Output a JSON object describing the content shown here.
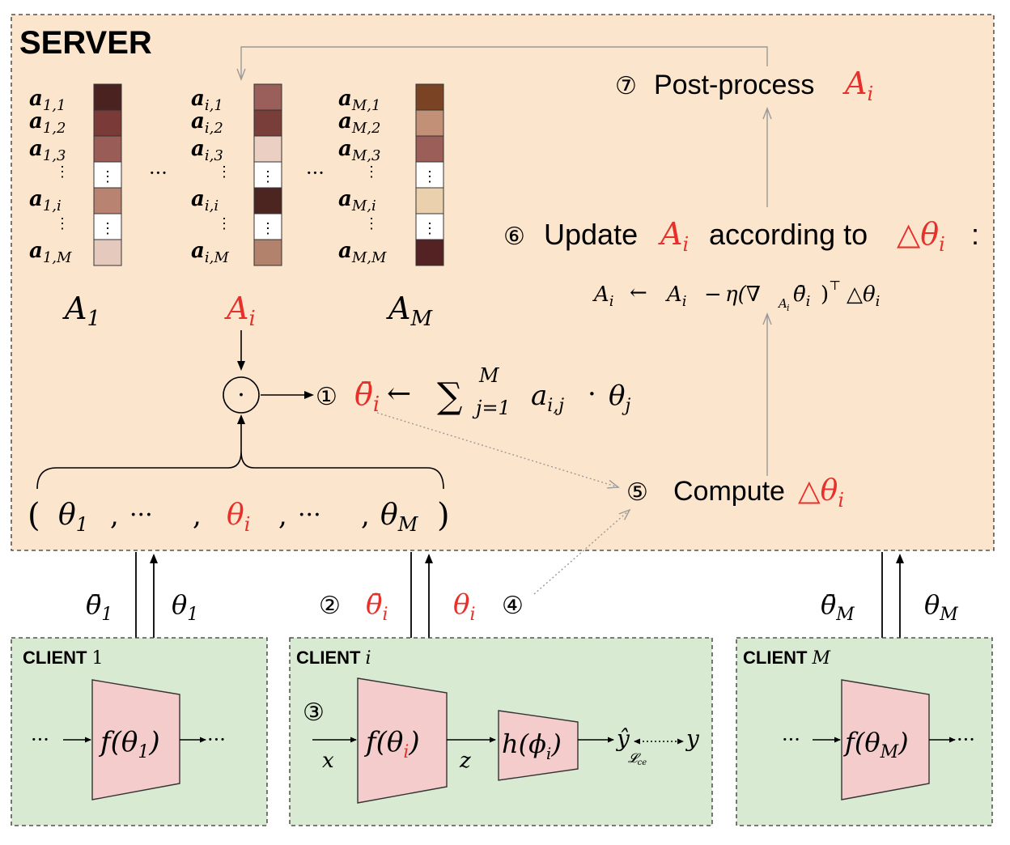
{
  "colors": {
    "server_fill": "#fce5cd",
    "client_fill": "#d9ead3",
    "trapezoid_fill": "#f4cccc",
    "highlight": "#e8302a",
    "ink": "#000000",
    "gray_arrow": "#999999"
  },
  "server": {
    "title": "SERVER",
    "matrices": [
      {
        "id": "A1",
        "name": "A",
        "sub": "1",
        "highlight": false,
        "row_labels": [
          {
            "base": "a",
            "sub": "1,1"
          },
          {
            "base": "a",
            "sub": "1,2"
          },
          {
            "base": "a",
            "sub": "1,3"
          },
          {
            "base": "a",
            "sub": "1,i"
          },
          {
            "base": "a",
            "sub": "1,M"
          }
        ],
        "cells": [
          "#4a2220",
          "#7a3a37",
          "#995c57",
          "dots",
          "#b88370",
          "dots",
          "#e6c9bd"
        ]
      },
      {
        "id": "Ai",
        "name": "A",
        "sub": "i",
        "highlight": true,
        "row_labels": [
          {
            "base": "a",
            "sub": "i,1"
          },
          {
            "base": "a",
            "sub": "i,2"
          },
          {
            "base": "a",
            "sub": "i,3"
          },
          {
            "base": "a",
            "sub": "i,i"
          },
          {
            "base": "a",
            "sub": "i,M"
          }
        ],
        "cells": [
          "#9a5f5a",
          "#7a3e3a",
          "#eacfc2",
          "dots",
          "#4c2420",
          "dots",
          "#b3826d"
        ]
      },
      {
        "id": "AM",
        "name": "A",
        "sub": "M",
        "highlight": false,
        "row_labels": [
          {
            "base": "a",
            "sub": "M,1"
          },
          {
            "base": "a",
            "sub": "M,2"
          },
          {
            "base": "a",
            "sub": "M,3"
          },
          {
            "base": "a",
            "sub": "M,i"
          },
          {
            "base": "a",
            "sub": "M,M"
          }
        ],
        "cells": [
          "#7a4424",
          "#c29076",
          "#9c5e58",
          "dots",
          "#ebd0ae",
          "dots",
          "#552224"
        ]
      }
    ],
    "ellipsis_between": "···",
    "product_symbol": "·",
    "step1": {
      "num": "①",
      "lhs": "θ̄",
      "lhs_sub": "i",
      "arrow": "←",
      "sum": "∑",
      "sum_sup": "M",
      "sum_sub": "j=1",
      "term_a": "a",
      "term_a_sub": "i,j",
      "dot": "·",
      "term_theta": "θ",
      "term_theta_sub": "j"
    },
    "theta_tuple": {
      "open": "(",
      "close": ")",
      "items": [
        {
          "base": "θ",
          "sub": "1",
          "highlight": false
        },
        {
          "base": "θ",
          "sub": "i",
          "highlight": true
        },
        {
          "base": "θ",
          "sub": "M",
          "highlight": false
        }
      ],
      "comma": ",",
      "ellipsis": "···"
    },
    "step5": {
      "num": "⑤",
      "text": "Compute",
      "symbol": "△θ",
      "sub": "i"
    },
    "step6": {
      "num": "⑥",
      "text1": "Update",
      "symbol": "A",
      "sub": "i",
      "text2": "according to",
      "delta": "△θ",
      "delta_sub": "i",
      "colon": ":"
    },
    "update_formula": {
      "a": "A",
      "a_sub": "i",
      "arrow": "←",
      "minus": "−",
      "eta": "η(∇",
      "grad_sub": "A",
      "grad_subsub": "i",
      "theta_bar": "θ̄",
      "theta_sub": "i",
      "close": ")",
      "transpose": "⊤",
      "delta": "△θ",
      "delta_sub": "i"
    },
    "step7": {
      "num": "⑦",
      "text": "Post-process",
      "symbol": "A",
      "sub": "i"
    }
  },
  "links": {
    "client1": {
      "down": "θ̄",
      "down_sub": "1",
      "up": "θ",
      "up_sub": "1"
    },
    "clienti": {
      "num_down": "②",
      "down": "θ̄",
      "down_sub": "i",
      "up": "θ",
      "up_sub": "i",
      "num_up": "④"
    },
    "clientM": {
      "down": "θ̄",
      "down_sub": "M",
      "up": "θ",
      "up_sub": "M"
    }
  },
  "clients": [
    {
      "label": "CLIENT",
      "index": "1",
      "model": "f(θ",
      "model_sub": "1",
      "model_close": ")",
      "in": "···",
      "out": "···"
    },
    {
      "label": "CLIENT",
      "index": "i",
      "step3": "③",
      "model": "f(θ",
      "model_sub": "i",
      "model_close": ")",
      "input": "x",
      "latent": "z",
      "head": "h(ϕ",
      "head_sub": "i",
      "head_close": ")",
      "pred": "ŷ",
      "target": "y",
      "loss": "𝓛",
      "loss_sub": "ce"
    },
    {
      "label": "CLIENT",
      "index": "M",
      "model": "f(θ",
      "model_sub": "M",
      "model_close": ")",
      "in": "···",
      "out": "···"
    }
  ]
}
